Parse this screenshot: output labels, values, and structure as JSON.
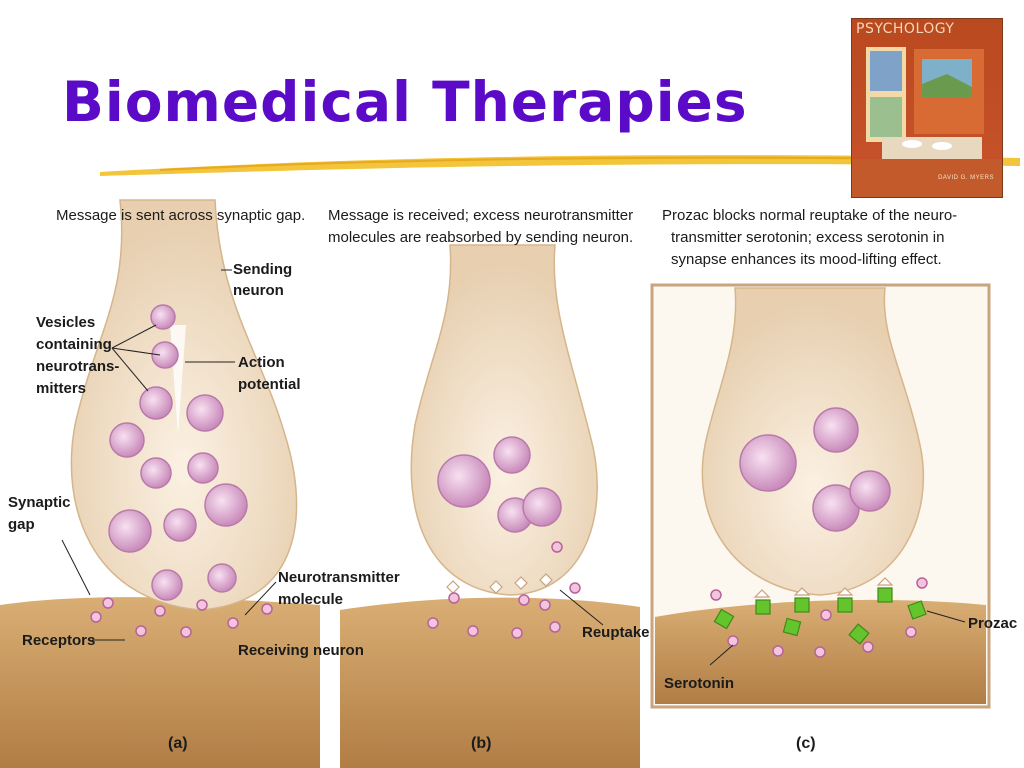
{
  "title": "Biomedical Therapies",
  "book": {
    "title": "PSYCHOLOGY",
    "author": "DAVID G. MYERS"
  },
  "panels": [
    {
      "caption": "(a)",
      "heading": [
        "Message is sent across synaptic gap."
      ],
      "labels": {
        "sending": [
          "Sending",
          "neuron"
        ],
        "vesicles": [
          "Vesicles",
          "containing",
          "neurotrans-",
          "mitters"
        ],
        "action": [
          "Action",
          "potential"
        ],
        "gap": [
          "Synaptic",
          "gap"
        ],
        "molecule": [
          "Neurotransmitter",
          "molecule"
        ],
        "receptors": "Receptors",
        "receiving": "Receiving neuron"
      }
    },
    {
      "caption": "(b)",
      "heading": [
        "Message is received; excess neurotransmitter",
        "molecules are reabsorbed by sending neuron."
      ],
      "labels": {
        "reuptake": "Reuptake"
      }
    },
    {
      "caption": "(c)",
      "heading": [
        "Prozac blocks normal reuptake of the neuro-",
        "transmitter serotonin; excess serotonin in",
        "synapse enhances its mood-lifting effect."
      ],
      "labels": {
        "prozac": "Prozac",
        "serotonin": "Serotonin"
      }
    }
  ],
  "colors": {
    "title": "#5b0bc7",
    "underline": "#f2c53a",
    "neuron": "#f3e3cc",
    "receiving": "#c99a5e",
    "vesicle": "#e6b4d6",
    "prozac": "#64c42c"
  }
}
